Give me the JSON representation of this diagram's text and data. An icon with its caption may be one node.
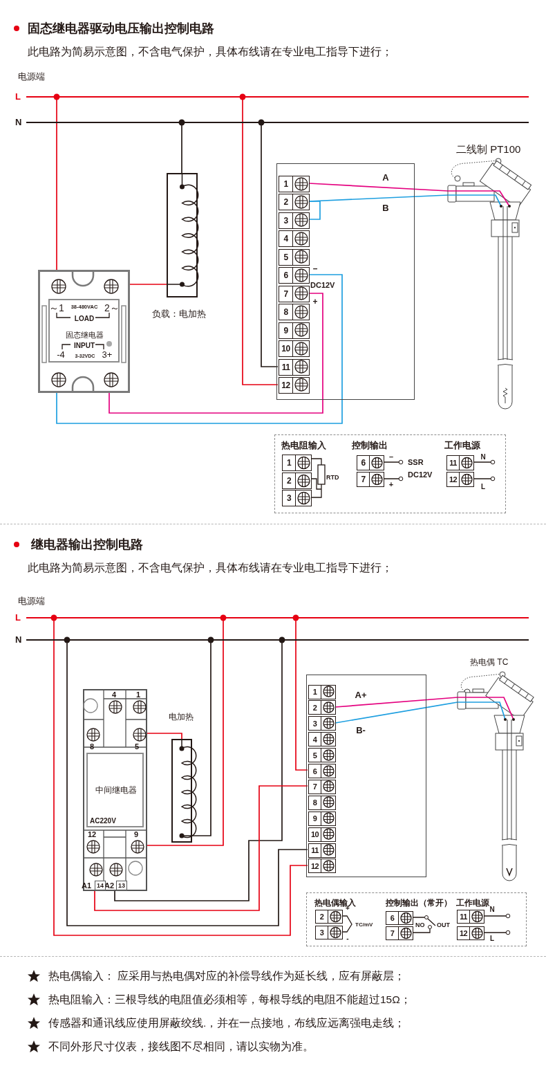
{
  "diagram": {
    "nodes": [
      {
        "text": [
          "L"
        ],
        "beside": [
          "电源端"
        ]
      },
      {
        "text": [
          "N"
        ]
      },
      {
        "text": [
          "～1",
          "38-480VAC",
          "2～",
          "LOAD",
          "固态继电器",
          "INPUT",
          "-4",
          "3-32VDC",
          "3+"
        ]
      },
      {
        "text": [],
        "shape": "circle",
        "in": 2
      },
      {
        "text": [],
        "shape": "circle",
        "in": 2
      },
      {
        "text": [],
        "shape": "circle",
        "in": 2
      },
      {
        "text": [],
        "shape": "circle",
        "in": 2
      },
      {
        "text": [],
        "shape": "box",
        "beside": [
          "负载：电加热"
        ]
      },
      {
        "text": [],
        "shape": "box"
      },
      {
        "text": [
          "1"
        ],
        "in": 8
      },
      {
        "text": [
          "2"
        ],
        "in": 8
      },
      {
        "text": [
          "3"
        ],
        "in": 8
      },
      {
        "text": [
          "4"
        ],
        "in": 8
      },
      {
        "text": [
          "5"
        ],
        "in": 8
      },
      {
        "text": [
          "6"
        ],
        "in": 8
      },
      {
        "text": [
          "7"
        ],
        "in": 8
      },
      {
        "text": [
          "8"
        ],
        "in": 8
      },
      {
        "text": [
          "9"
        ],
        "in": 8
      },
      {
        "text": [
          "10"
        ],
        "in": 8
      },
      {
        "text": [
          "11"
        ],
        "in": 8
      },
      {
        "text": [
          "12"
        ],
        "in": 8
      },
      {
        "text": [],
        "shape": "picture",
        "beside": [
          "二线制 PT100"
        ]
      },
      {
        "text": [],
        "shape": "box"
      },
      {
        "text": [
          "热电阻输入"
        ],
        "in": 22
      },
      {
        "text": [
          "1"
        ],
        "in": 23
      },
      {
        "text": [
          "2"
        ],
        "in": 23
      },
      {
        "text": [
          "3"
        ],
        "in": 23
      },
      {
        "text": [
          "控制输出"
        ],
        "in": 22
      },
      {
        "text": [
          "6"
        ],
        "in": 27
      },
      {
        "text": [
          "7"
        ],
        "in": 27
      },
      {
        "text": [
          "工作电源"
        ],
        "in": 22
      },
      {
        "text": [
          "11"
        ],
        "in": 30
      },
      {
        "text": [
          "12"
        ],
        "in": 30
      },
      {
        "text": [
          "L"
        ],
        "beside": [
          "电源端"
        ]
      },
      {
        "text": [
          "N"
        ]
      },
      {
        "text": [
          "中间继电器",
          "AC220V"
        ]
      },
      {
        "text": [],
        "shape": "circle",
        "in": 35,
        "beside": [
          "4"
        ]
      },
      {
        "text": [],
        "shape": "circle",
        "in": 35,
        "beside": [
          "1"
        ]
      },
      {
        "text": [],
        "shape": "circle",
        "in": 35,
        "beside": [
          "8"
        ]
      },
      {
        "text": [],
        "shape": "circle",
        "in": 35,
        "beside": [
          "5"
        ]
      },
      {
        "text": [],
        "shape": "circle",
        "in": 35,
        "beside": [
          "12"
        ]
      },
      {
        "text": [],
        "shape": "circle",
        "in": 35,
        "beside": [
          "9"
        ]
      },
      {
        "text": [],
        "shape": "circle",
        "in": 35,
        "beside": [
          "A1"
        ]
      },
      {
        "text": [],
        "shape": "circle",
        "in": 35,
        "beside": [
          "A2"
        ]
      },
      {
        "text": [],
        "shape": "box",
        "beside": [
          "电加热"
        ]
      },
      {
        "text": [],
        "shape": "box"
      },
      {
        "text": [
          "1"
        ],
        "in": 45
      },
      {
        "text": [
          "2"
        ],
        "in": 45
      },
      {
        "text": [
          "3"
        ],
        "in": 45
      },
      {
        "text": [
          "4"
        ],
        "in": 45
      },
      {
        "text": [
          "5"
        ],
        "in": 45
      },
      {
        "text": [
          "6"
        ],
        "in": 45
      },
      {
        "text": [
          "7"
        ],
        "in": 45
      },
      {
        "text": [
          "8"
        ],
        "in": 45
      },
      {
        "text": [
          "9"
        ],
        "in": 45
      },
      {
        "text": [
          "10"
        ],
        "in": 45
      },
      {
        "text": [
          "11"
        ],
        "in": 45
      },
      {
        "text": [
          "12"
        ],
        "in": 45
      },
      {
        "text": [],
        "shape": "picture",
        "beside": [
          "热电偶 TC"
        ]
      },
      {
        "text": [],
        "shape": "box"
      },
      {
        "text": [
          "热电偶输入"
        ],
        "in": 59
      },
      {
        "text": [
          "2"
        ],
        "in": 60
      },
      {
        "text": [
          "3"
        ],
        "in": 60
      },
      {
        "text": [
          "控制输出（常开）"
        ],
        "in": 59
      },
      {
        "text": [
          "6"
        ],
        "in": 63
      },
      {
        "text": [
          "7"
        ],
        "in": 63
      },
      {
        "text": [
          "工作电源"
        ],
        "in": 59
      },
      {
        "text": [
          "11"
        ],
        "in": 66
      },
      {
        "text": [
          "12"
        ],
        "in": 66
      }
    ],
    "edges": [
      {
        "from": 0,
        "to": 3,
        "arrow": "other"
      },
      {
        "from": 4,
        "to": 7,
        "arrow": "none"
      },
      {
        "from": 1,
        "to": 7,
        "arrow": "other",
        "color": "#231815"
      },
      {
        "from": 1,
        "to": 19,
        "arrow": "other",
        "color": "#231815"
      },
      {
        "from": 0,
        "to": 20,
        "arrow": "other"
      },
      {
        "from": 14,
        "to": 5,
        "arrow": "none",
        "color": "#1e9fe0"
      },
      {
        "from": 15,
        "to": 6,
        "arrow": "none",
        "color": "#e4007f"
      },
      {
        "from": 9,
        "to": 21,
        "arrow": "none",
        "color": "#e4007f",
        "label": "A"
      },
      {
        "from": 10,
        "to": 21,
        "arrow": "none",
        "color": "#1e9fe0",
        "label": "B"
      },
      {
        "from": 10,
        "to": 11,
        "arrow": "none",
        "color": "#1e9fe0"
      },
      {
        "from": 33,
        "to": 41,
        "arrow": "other"
      },
      {
        "from": 39,
        "to": 44,
        "arrow": "none"
      },
      {
        "from": 34,
        "to": 44,
        "arrow": "other",
        "color": "#231815"
      },
      {
        "from": 34,
        "to": 43,
        "arrow": "other",
        "color": "#231815"
      },
      {
        "from": 42,
        "to": 52,
        "arrow": "none"
      },
      {
        "from": 33,
        "to": 51,
        "arrow": "other"
      },
      {
        "from": 34,
        "to": 56,
        "arrow": "other",
        "color": "#231815"
      },
      {
        "from": 33,
        "to": 57,
        "arrow": "other"
      },
      {
        "from": 47,
        "to": 58,
        "arrow": "none",
        "color": "#e4007f",
        "label": "A+"
      },
      {
        "from": 48,
        "to": 58,
        "arrow": "none",
        "color": "#1e9fe0",
        "label": "B-"
      }
    ],
    "labels": [
      "固态继电器驱动电压输出控制电路",
      "此电路为简易示意图，不含电气保护，具体布线请在专业电工指导下进行；",
      "–",
      "DC12V",
      "+",
      "RTD",
      "–",
      "SSR",
      "DC12V",
      "+",
      "N",
      "L",
      "继电器输出控制电路",
      "此电路为简易示意图，不含电气保护，具体布线请在专业电工指导下进行；",
      "14",
      "13",
      "+",
      "TC/mV",
      "-",
      "NO",
      "OUT",
      "N",
      "L",
      "热电偶输入： 应采用与热电偶对应的补偿导线作为延长线，应有屏蔽层；",
      "热电阻输入：三根导线的电阻值必须相等，每根导线的电阻不能超过15Ω；",
      "传感器和通讯线应使用屏蔽绞线.，并在一点接地，布线应远离强电走线；",
      "不同外形尺寸仪表，接线图不尽相同，请以实物为准。"
    ]
  }
}
